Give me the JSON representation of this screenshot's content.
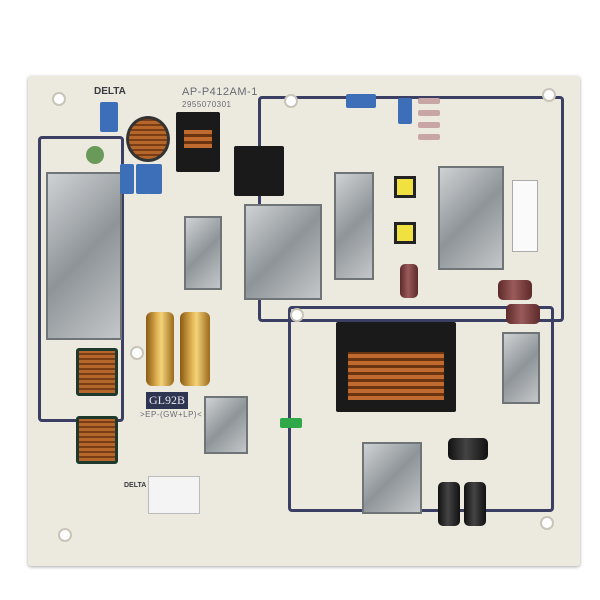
{
  "image": {
    "subject": "power-supply-circuit-board",
    "background": "#ffffff",
    "board_color": "#ece9df",
    "trace_color": "#3b3f63"
  },
  "labels": {
    "brand": "DELTA",
    "model": "AP-P412AM-1",
    "part_number": "2955070301",
    "board_code": "GL92B",
    "material_code": ">EP-(GW+LP)<",
    "brand_lower": "DELTA"
  }
}
